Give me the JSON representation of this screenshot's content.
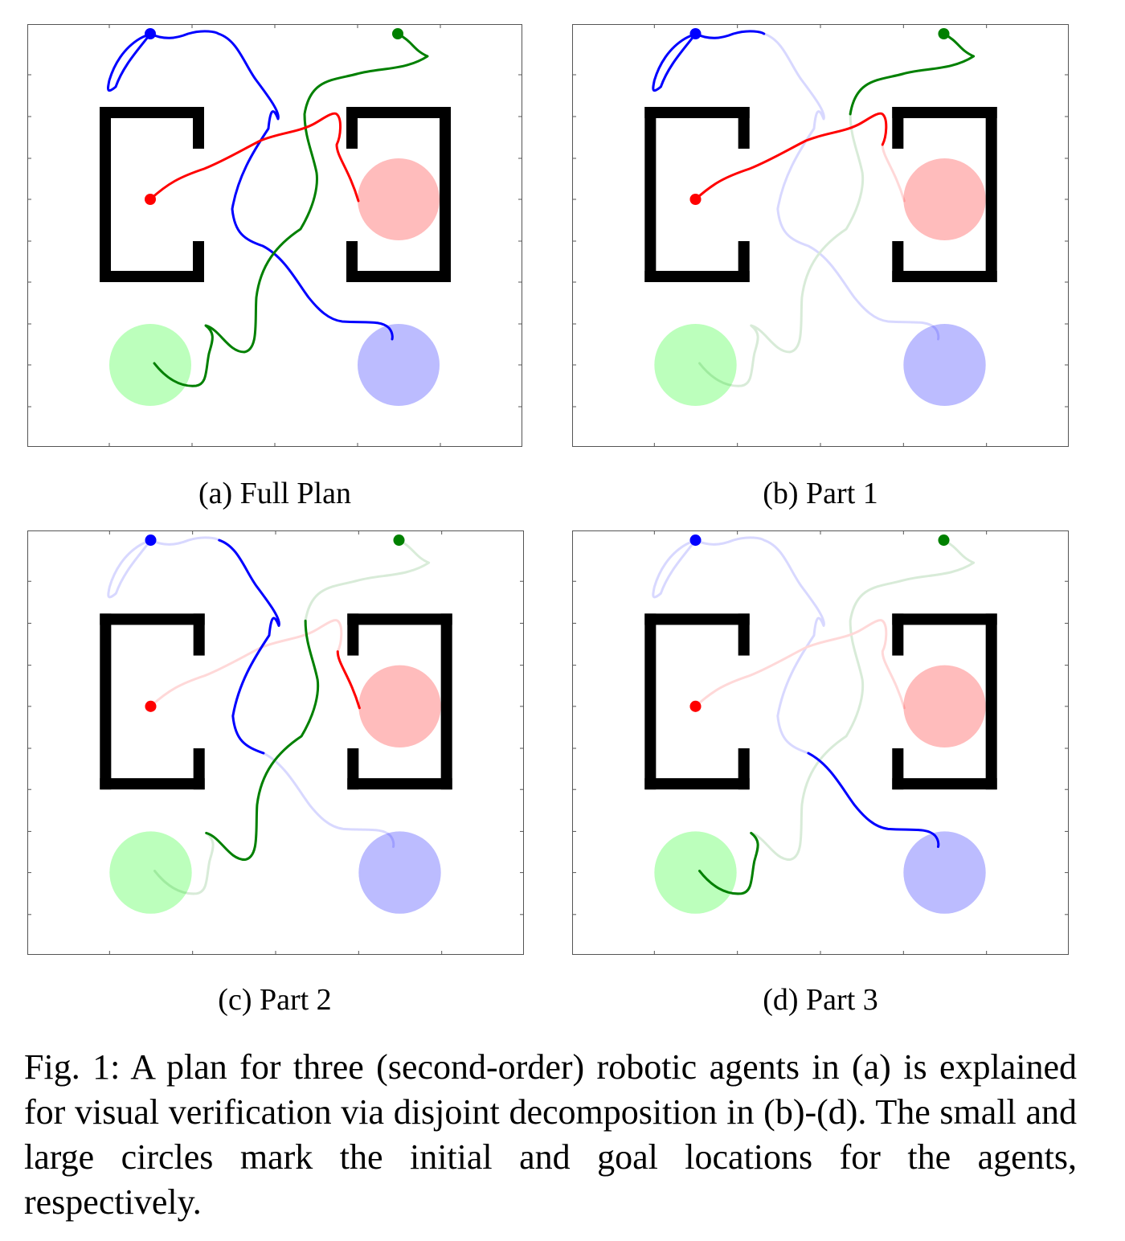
{
  "figure": {
    "caption": "Fig. 1: A plan for three (second-order) robotic agents in (a) is explained for visual verification via disjoint decomposition in (b)-(d). The small and large circles mark the initial and goal locations for the agents, respectively."
  },
  "panels": [
    {
      "caption": "(a) Full Plan"
    },
    {
      "caption": "(b) Part 1"
    },
    {
      "caption": "(c) Part 2"
    },
    {
      "caption": "(d) Part 3"
    }
  ],
  "colors": {
    "red_agent": "#ff0000",
    "blue_agent": "#0000ff",
    "green_agent": "#008000",
    "red_goal": "#ffbcbc",
    "blue_goal": "#bcbcff",
    "green_goal": "#bcffbc",
    "obstacle": "#000000"
  }
}
